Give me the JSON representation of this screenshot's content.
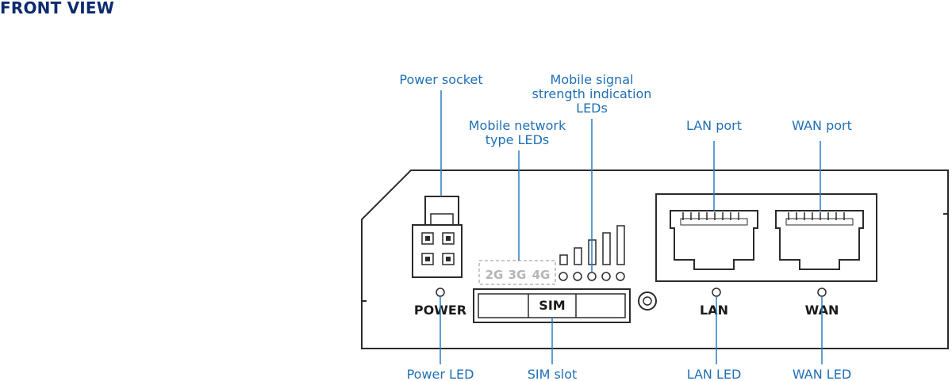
{
  "heading": "FRONT VIEW",
  "callouts": {
    "power_socket": "Power socket",
    "signal_leds": [
      "Mobile signal",
      "strength indication",
      "LEDs"
    ],
    "network_leds": [
      "Mobile network",
      "type LEDs"
    ],
    "lan_port": "LAN port",
    "wan_port": "WAN port",
    "power_led": "Power LED",
    "sim_slot": "SIM slot",
    "lan_led": "LAN LED",
    "wan_led": "WAN LED"
  },
  "device_labels": {
    "power": "POWER",
    "sim": "SIM",
    "lan": "LAN",
    "wan": "WAN",
    "net_2g": "2G",
    "net_3g": "3G",
    "net_4g": "4G"
  },
  "colors": {
    "heading": "#0c2b6e",
    "callout_text": "#1f6fb5",
    "leader_line": "#2a7cc7",
    "device_outline": "#2b2b2b"
  }
}
